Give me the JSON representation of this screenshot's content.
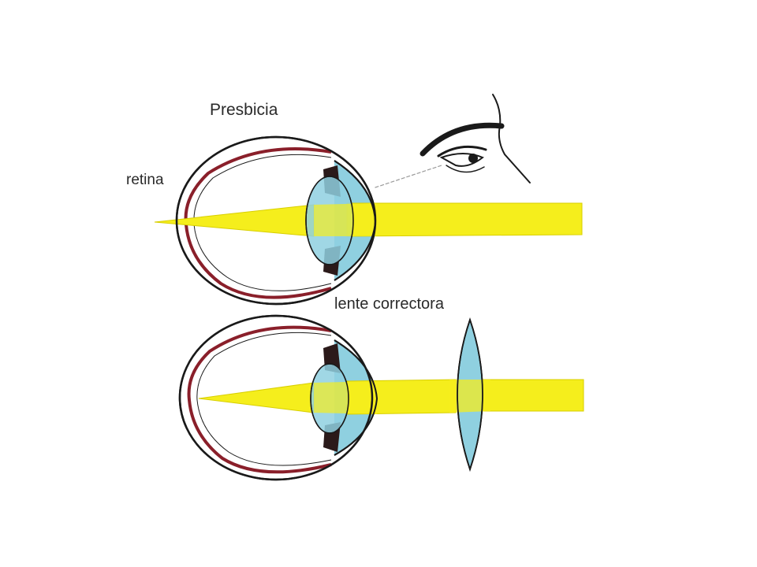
{
  "labels": {
    "title": "Presbicia",
    "retina": "retina",
    "lens": "lente correctora"
  },
  "colors": {
    "light_beam": "#f5ee1c",
    "beam_edge": "#d8cf00",
    "lens": "#8fd0e0",
    "eye_outline": "#1a1a1a",
    "choroid": "#8a1f2a",
    "background": "#ffffff"
  },
  "icons": [
    "eye-cross-section-icon",
    "human-eye-profile-icon",
    "converging-lens-icon"
  ]
}
